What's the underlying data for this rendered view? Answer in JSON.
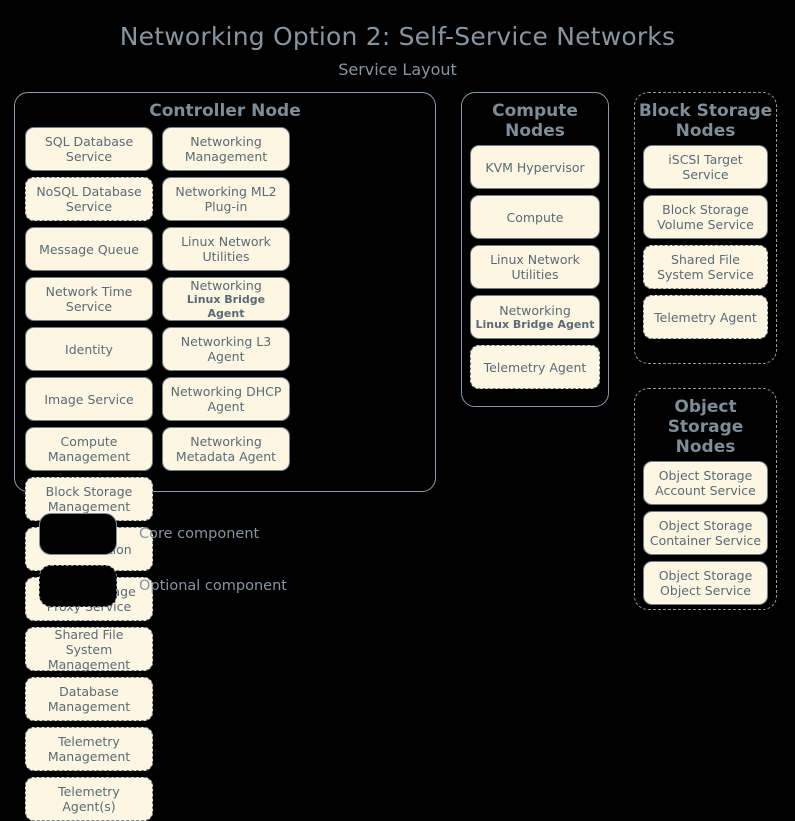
{
  "header": {
    "title": "Networking Option 2: Self-Service Networks",
    "subtitle": "Service Layout"
  },
  "colors": {
    "background": "#000000",
    "box_fill": "#fdf6e3",
    "box_border": "#6f7f88",
    "text": "#5a6b75",
    "heading": "#7e8d97",
    "container_border": "#8c9aa3"
  },
  "nodes": {
    "controller": {
      "title": "Controller Node",
      "optional": false,
      "columns": [
        [
          {
            "label": "SQL Database Service",
            "optional": false
          },
          {
            "label": "NoSQL Database Service",
            "optional": true
          },
          {
            "label": "Message Queue",
            "optional": false
          },
          {
            "label": "Network Time Service",
            "optional": false
          },
          {
            "label": "Identity",
            "optional": false
          },
          {
            "label": "Image Service",
            "optional": false
          },
          {
            "label": "Compute Management",
            "optional": false
          }
        ],
        [
          {
            "label": "Networking Management",
            "optional": false
          },
          {
            "label": "Networking ML2 Plug-in",
            "optional": false
          },
          {
            "label": "Linux Network Utilities",
            "optional": false
          },
          {
            "label": "Networking",
            "sub": "Linux Bridge Agent",
            "optional": false
          },
          {
            "label": "Networking L3 Agent",
            "optional": false
          },
          {
            "label": "Networking DHCP Agent",
            "optional": false
          },
          {
            "label": "Networking Metadata Agent",
            "optional": false
          }
        ],
        [
          {
            "label": "Block Storage Management",
            "optional": true
          },
          {
            "label": "Orchestration",
            "optional": true
          },
          {
            "label": "Object Storage Proxy Service",
            "optional": true
          },
          {
            "label": "Shared File System Management",
            "optional": true
          },
          {
            "label": "Database Management",
            "optional": true
          },
          {
            "label": "Telemetry Management",
            "optional": true
          },
          {
            "label": "Telemetry Agent(s)",
            "optional": true
          }
        ]
      ]
    },
    "compute": {
      "title": "Compute Nodes",
      "optional": false,
      "items": [
        {
          "label": "KVM Hypervisor",
          "optional": false
        },
        {
          "label": "Compute",
          "optional": false
        },
        {
          "label": "Linux Network Utilities",
          "optional": false
        },
        {
          "label": "Networking",
          "sub": "Linux Bridge Agent",
          "optional": false
        },
        {
          "label": "Telemetry Agent",
          "optional": true
        }
      ]
    },
    "block_storage": {
      "title": "Block Storage Nodes",
      "optional": true,
      "items": [
        {
          "label": "iSCSI Target Service",
          "optional": false
        },
        {
          "label": "Block Storage Volume Service",
          "optional": false
        },
        {
          "label": "Shared File System Service",
          "optional": true
        },
        {
          "label": "Telemetry Agent",
          "optional": true
        }
      ]
    },
    "object_storage": {
      "title": "Object Storage Nodes",
      "optional": true,
      "items": [
        {
          "label": "Object Storage Account Service",
          "optional": false
        },
        {
          "label": "Object Storage Container Service",
          "optional": false
        },
        {
          "label": "Object Storage Object Service",
          "optional": false
        }
      ]
    }
  },
  "legend": {
    "core_label": "Core component",
    "optional_label": "Optional component"
  }
}
